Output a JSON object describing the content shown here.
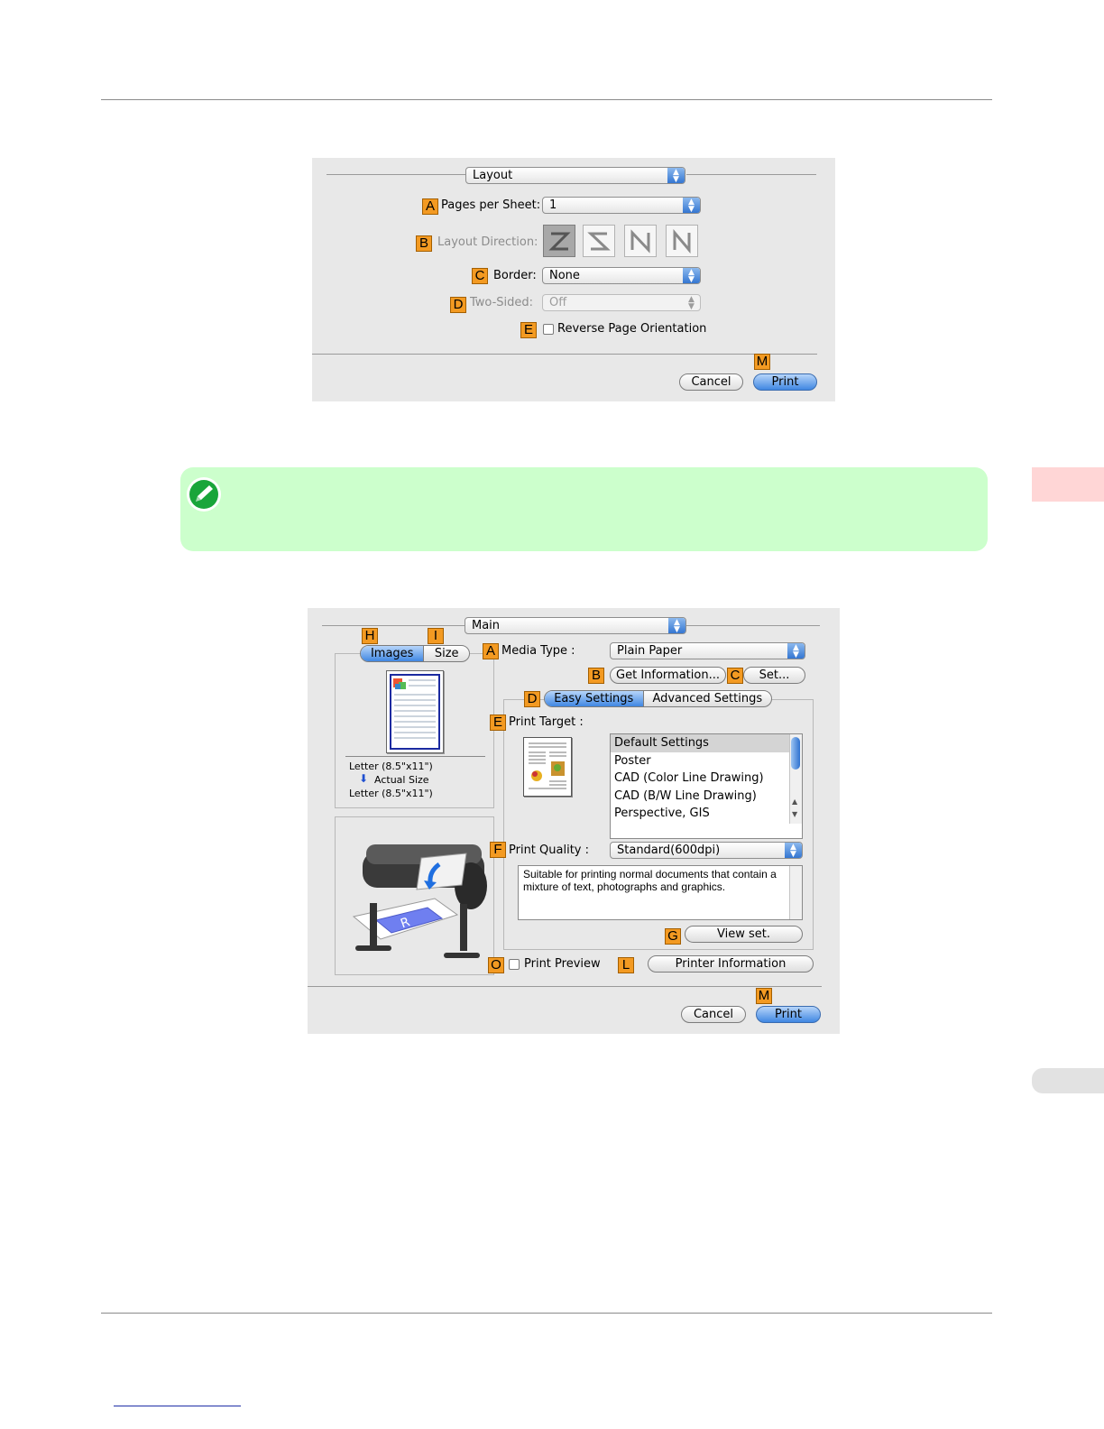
{
  "dialog1": {
    "panel_menu": "Layout",
    "pages_per_sheet": {
      "tag": "A",
      "label": "Pages per Sheet:",
      "value": "1"
    },
    "layout_direction": {
      "tag": "B",
      "label": "Layout Direction:",
      "icons": [
        "z-order-icon",
        "reverse-z-order-icon",
        "n-order-icon",
        "reverse-n-order-icon"
      ]
    },
    "border": {
      "tag": "C",
      "label": "Border:",
      "value": "None"
    },
    "two_sided": {
      "tag": "D",
      "label": "Two-Sided:",
      "value": "Off"
    },
    "reverse": {
      "tag": "E",
      "label": "Reverse Page Orientation"
    },
    "print_tag": "M",
    "cancel": "Cancel",
    "print": "Print"
  },
  "dialog2": {
    "panel_menu": "Main",
    "preview_tabs": {
      "tag_images": "H",
      "tag_size": "I",
      "images": "Images",
      "size": "Size"
    },
    "size_info": {
      "line1": "Letter (8.5\"x11\")",
      "line2": "Actual Size",
      "line3": "Letter (8.5\"x11\")"
    },
    "media_type": {
      "tag": "A",
      "label": "Media Type :",
      "value": "Plain Paper"
    },
    "get_info": {
      "tag": "B",
      "label": "Get Information..."
    },
    "set": {
      "tag": "C",
      "label": "Set..."
    },
    "settings_tabs": {
      "tag": "D",
      "easy": "Easy Settings",
      "advanced": "Advanced Settings"
    },
    "print_target": {
      "tag": "E",
      "label": "Print Target :",
      "items": [
        "Default Settings",
        "Poster",
        "CAD (Color Line Drawing)",
        "CAD (B/W Line Drawing)",
        "Perspective, GIS"
      ]
    },
    "print_quality": {
      "tag": "F",
      "label": "Print Quality :",
      "value": "Standard(600dpi)"
    },
    "description": "Suitable for printing normal documents that contain a mixture of text, photographs and graphics.",
    "view_set": {
      "tag": "G",
      "label": "View set."
    },
    "print_preview": {
      "tag": "O",
      "label": "Print Preview"
    },
    "printer_info": {
      "tag": "L",
      "label": "Printer Information"
    },
    "print_tag": "M",
    "cancel": "Cancel",
    "print": "Print"
  },
  "colors": {
    "accent_tag": "#f39a22",
    "note_bg": "#ccffcc",
    "side_tab": "#ffd6d6",
    "selected_blue": "#3f87e2"
  }
}
